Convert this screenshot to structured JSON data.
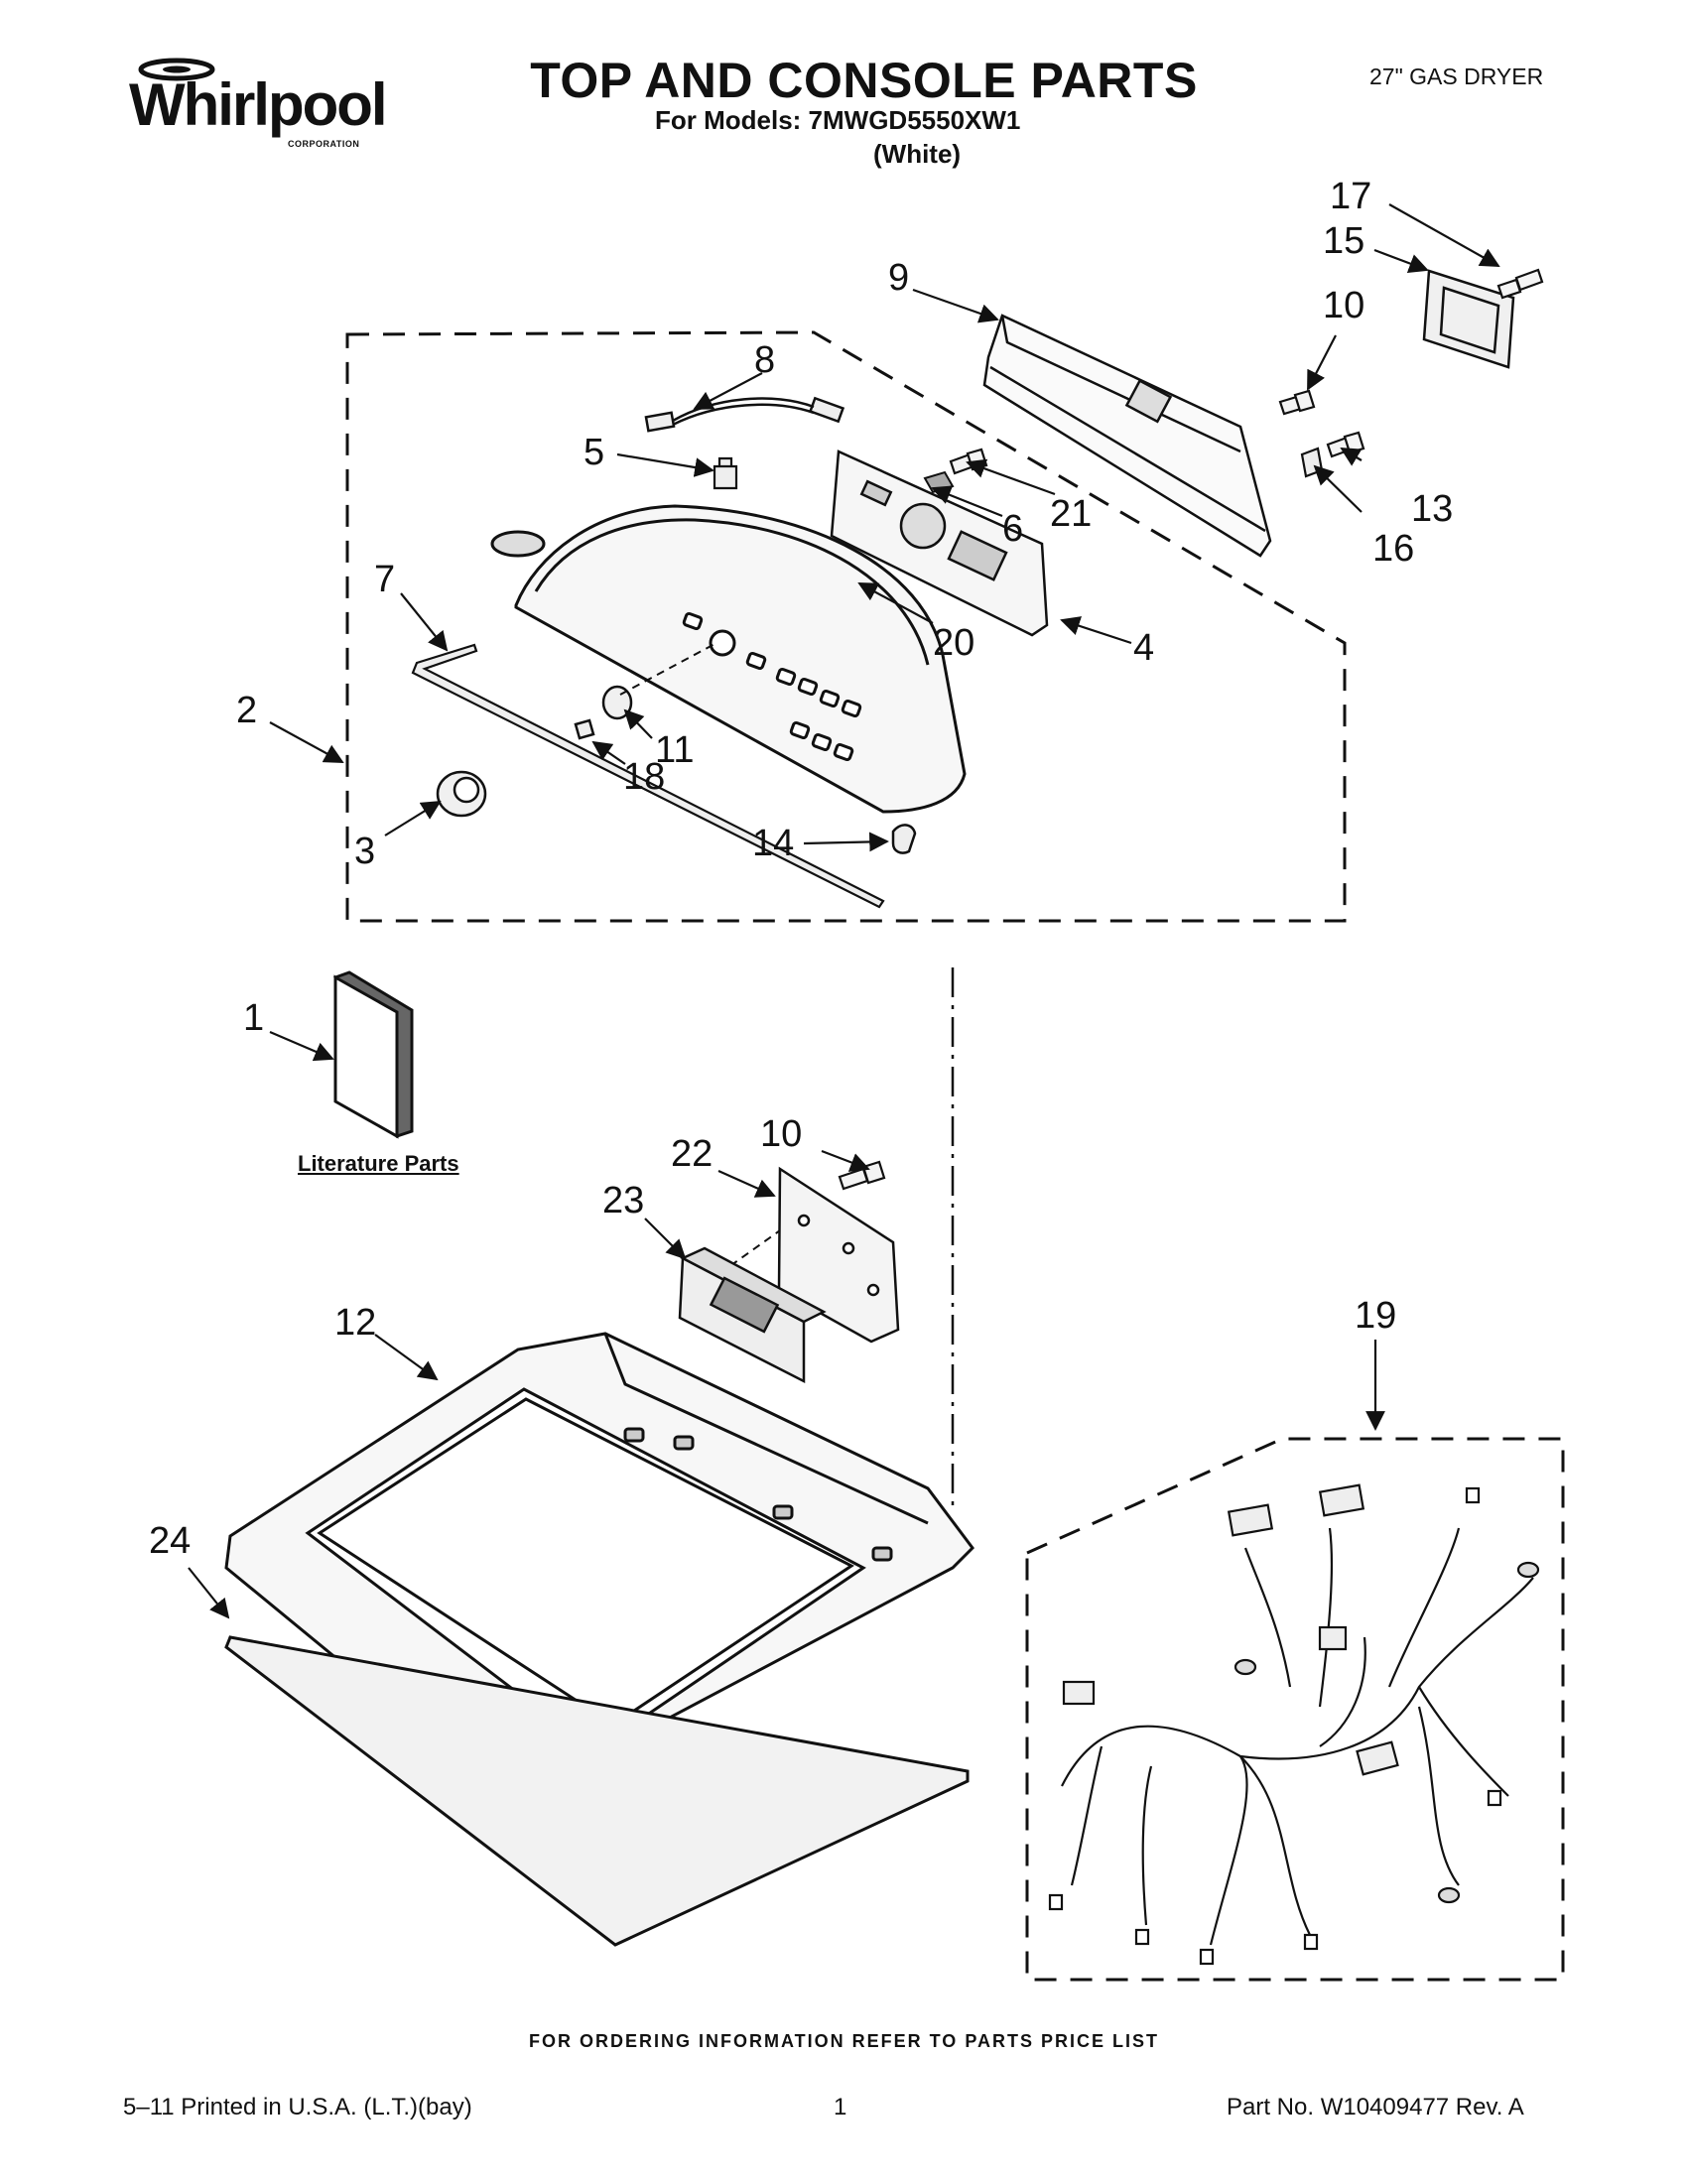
{
  "header": {
    "brand": "Whirlpool",
    "brand_sub": "CORPORATION",
    "title": "TOP AND CONSOLE PARTS",
    "models_line": "For Models: 7MWGD5550XW1",
    "color_line": "(White)",
    "dryer_type": "27\" GAS DRYER"
  },
  "callouts": {
    "c1": "1",
    "c2": "2",
    "c3": "3",
    "c4": "4",
    "c5": "5",
    "c6": "6",
    "c7": "7",
    "c8": "8",
    "c9": "9",
    "c10a": "10",
    "c10b": "10",
    "c11": "11",
    "c12": "12",
    "c13": "13",
    "c14": "14",
    "c15": "15",
    "c16": "16",
    "c17": "17",
    "c18": "18",
    "c19": "19",
    "c20": "20",
    "c21": "21",
    "c22": "22",
    "c23": "23",
    "c24": "24"
  },
  "literature_label": "Literature Parts",
  "footer": {
    "ordering_note": "FOR ORDERING INFORMATION REFER TO PARTS PRICE LIST",
    "print_info": "5–11 Printed in U.S.A. (L.T.)(bay)",
    "page_number": "1",
    "part_number": "Part No. W10409477 Rev. A"
  },
  "colors": {
    "ink": "#111111",
    "panel_fill": "#f7f7f7",
    "background": "#ffffff"
  }
}
